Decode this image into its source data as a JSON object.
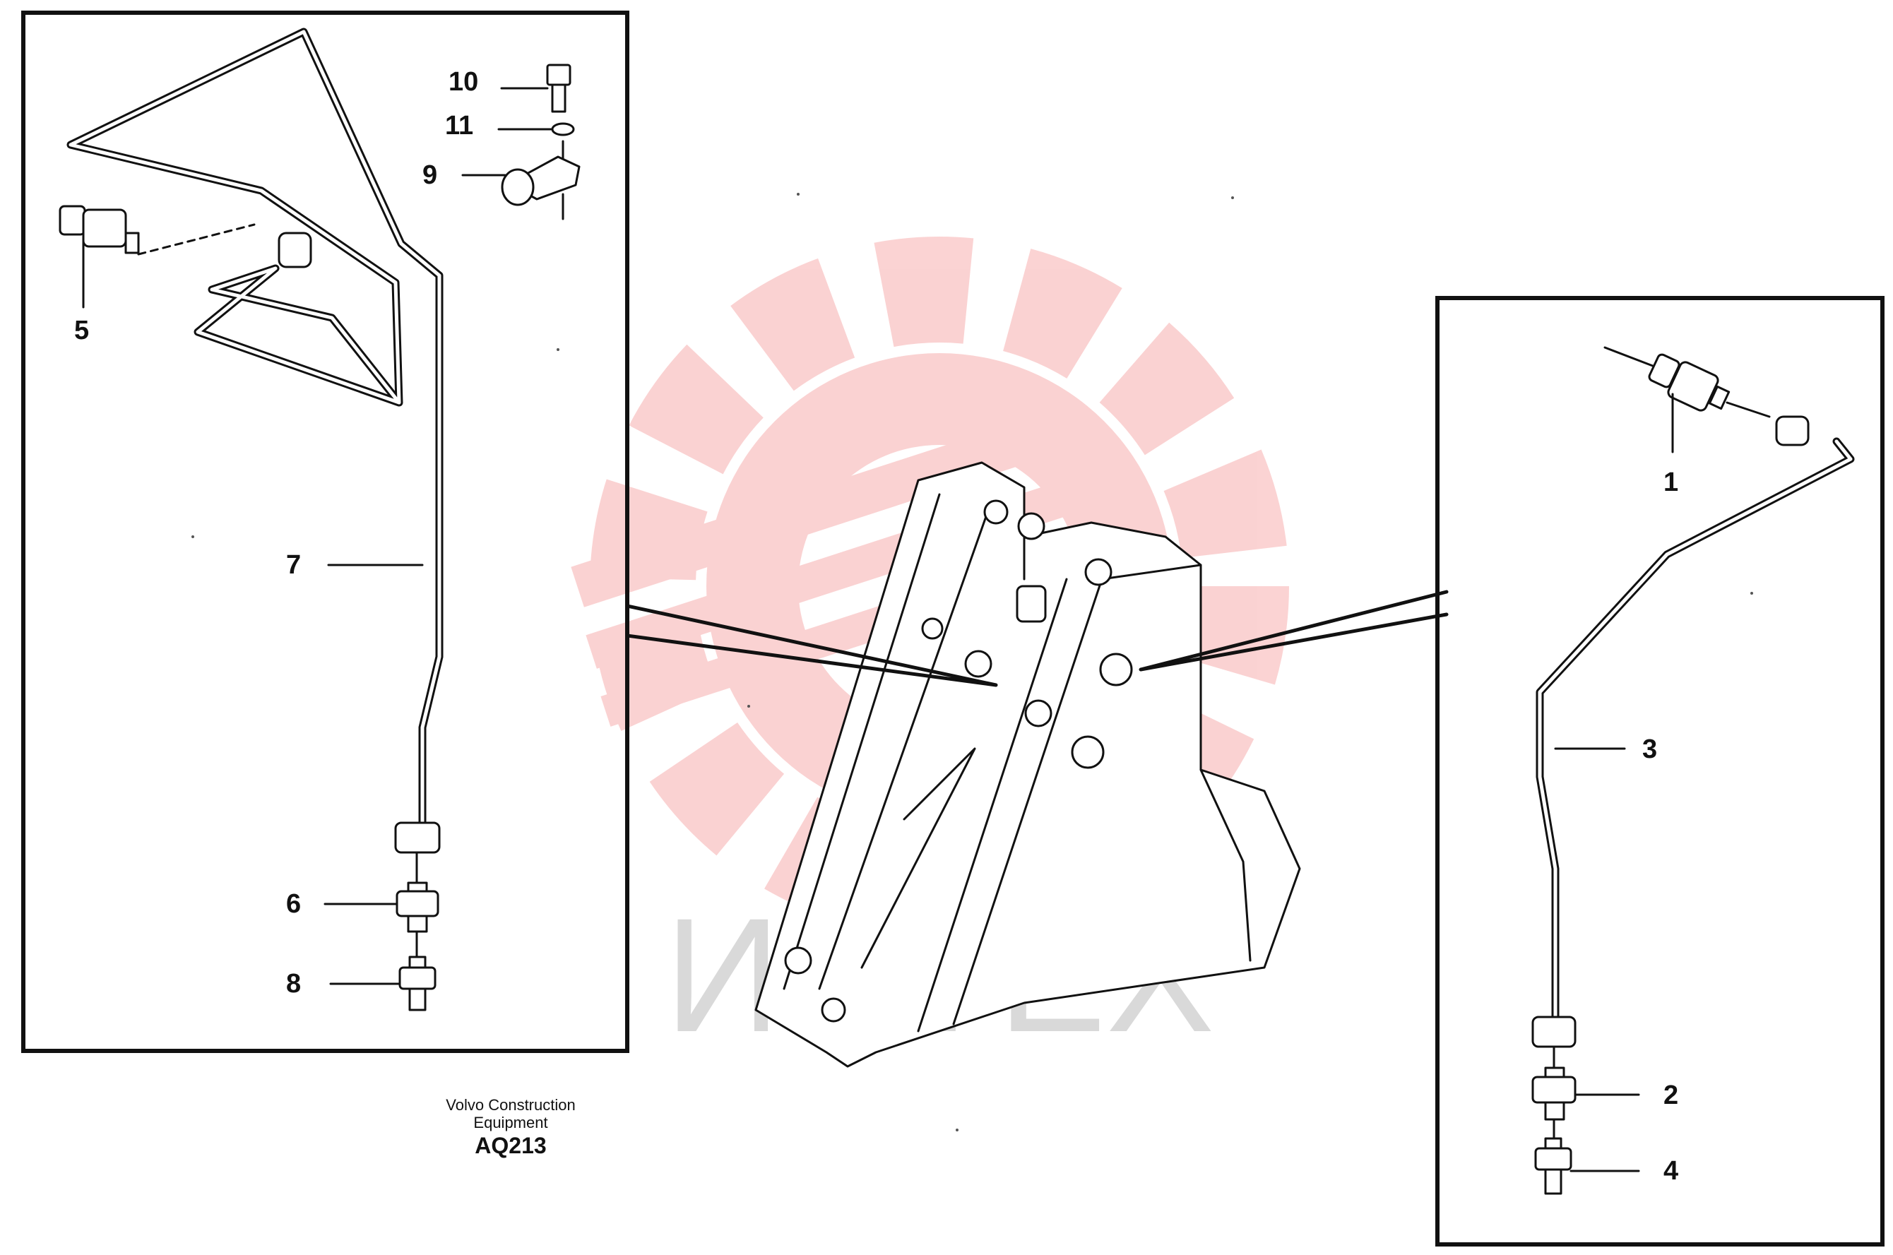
{
  "callouts": {
    "p1": "1",
    "p2": "2",
    "p3": "3",
    "p4": "4",
    "p5": "5",
    "p6": "6",
    "p7": "7",
    "p8": "8",
    "p9": "9",
    "p10": "10",
    "p11": "11"
  },
  "caption": {
    "line1": "Volvo Construction",
    "line2": "Equipment",
    "code": "AQ213"
  },
  "watermark": {
    "text": "ИНТЕХ",
    "color": "#f08080"
  }
}
